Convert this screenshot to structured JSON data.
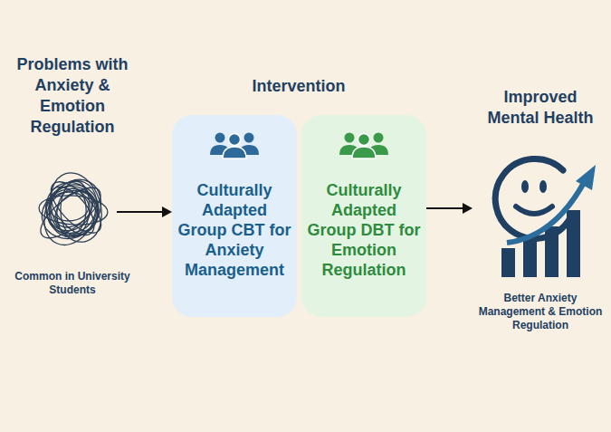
{
  "diagram": {
    "nodes": [
      {
        "text": [
          "Problems with Anxiety & Emotion Regulation",
          "Common in University Students"
        ]
      },
      {
        "text": [
          "Intervention"
        ]
      },
      {
        "text": [
          "Culturally Adapted Group CBT for Anxiety Management"
        ],
        "in": 1
      },
      {
        "text": [
          "Culturally Adapted Group DBT for Emotion Regulation"
        ],
        "in": 1
      },
      {
        "text": [
          "Improved Mental Health",
          "Better Anxiety Management & Emotion Regulation"
        ]
      }
    ],
    "edges": [
      {
        "from": 0,
        "to": 2,
        "arrow": "to"
      },
      {
        "from": 3,
        "to": 4,
        "arrow": "to"
      }
    ]
  }
}
